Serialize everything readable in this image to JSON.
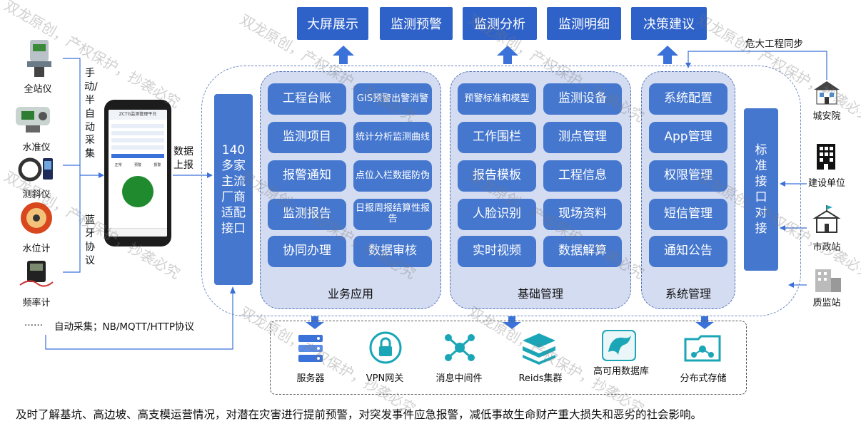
{
  "top_outputs": [
    "大屏展示",
    "监测预警",
    "监测分析",
    "监测明细",
    "决策建议"
  ],
  "devices": [
    "全站仪",
    "水准仪",
    "测斜仪",
    "水位计",
    "频率计"
  ],
  "devices_more": "……",
  "manual_collect_label": "手动/半自动采集",
  "bluetooth_label": "蓝牙协议",
  "data_upload_label": "数据上报",
  "auto_collect_label": "自动采集；NB/MQTT/HTTP协议",
  "phone": {
    "header": "ZCTG监测管理平台",
    "legend": [
      "正常",
      "预警",
      "报警"
    ]
  },
  "adapter_label": "140多家主流厂商适配接口",
  "business_app": {
    "title": "业务应用",
    "items": [
      "工程台账",
      "GIS预警出警消警",
      "监测项目",
      "统计分析监测曲线",
      "报警通知",
      "点位入栏数据防伪",
      "监测报告",
      "日报周报结算性报告",
      "协同办理",
      "数据审核"
    ]
  },
  "base_mgmt": {
    "title": "基础管理",
    "items": [
      "预警标准和模型",
      "监测设备",
      "工作围栏",
      "测点管理",
      "报告模板",
      "工程信息",
      "人脸识别",
      "现场资料",
      "实时视频",
      "数据解算"
    ]
  },
  "system_mgmt": {
    "title": "系统管理",
    "items": [
      "系统配置",
      "App管理",
      "权限管理",
      "短信管理",
      "通知公告"
    ]
  },
  "std_interface_label": "标准接口对接",
  "sync_label": "危大工程同步",
  "right_entities": [
    "城安院",
    "建设单位",
    "市政站",
    "质监站"
  ],
  "infra": [
    "服务器",
    "VPN网关",
    "消息中间件",
    "Reids集群",
    "高可用数据库",
    "分布式存储"
  ],
  "footer_text": "及时了解基坑、高边坡、高支模运营情况，对潜在灾害进行提前预警，对突发事件应急报警，减低事故生命财产重大损失和恶劣的社会影响。",
  "watermark_text": "双龙原创，产权保护，抄袭必究",
  "colors": {
    "primary": "#2f62c9",
    "tile": "#4577cf",
    "panel": "#d4dcf1",
    "arrow": "#3b72d9",
    "teal": "#1aa6b7"
  }
}
